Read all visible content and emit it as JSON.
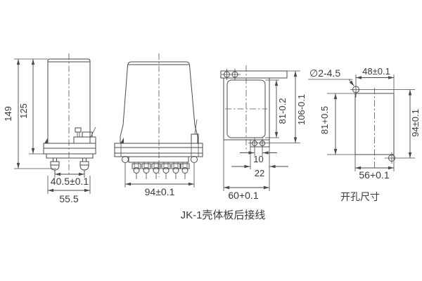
{
  "caption": "JK-1壳体板后接线",
  "colors": {
    "line": "#4a4a4a",
    "text": "#3a3a3a",
    "background": "#ffffff"
  },
  "views": {
    "side": {
      "overall_height": "149",
      "case_height": "125",
      "terminal_pitch": "40.5±0.1",
      "case_width": "55.5"
    },
    "front": {
      "mounting_pitch": "94±0.1"
    },
    "rear": {
      "window_height": "81-0.2",
      "overall_height": "106-0.1",
      "hole_pitch": "10",
      "bracket_width": "22",
      "case_width": "60+0.1"
    },
    "cutout": {
      "label": "开孔尺寸",
      "holes_note": "∅2-4.5",
      "hole_offset": "48±0.1",
      "cutout_height": "81+0.5",
      "hole_pitch_vertical": "94±0.1",
      "cutout_width": "56+0.1"
    }
  }
}
